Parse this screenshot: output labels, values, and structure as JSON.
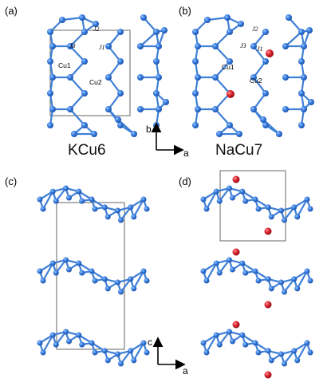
{
  "panels": {
    "a": {
      "label": "(a)",
      "title": "KCu6",
      "cu1": "Cu1",
      "cu2": "Cu2",
      "j1": "J1",
      "j2": "J2",
      "j3": "J3"
    },
    "b": {
      "label": "(b)",
      "title": "NaCu7",
      "cu1": "Cu1",
      "cu2": "Cu2",
      "j1": "J1",
      "j2": "J2",
      "j3": "J3"
    },
    "c": {
      "label": "(c)"
    },
    "d": {
      "label": "(d)"
    }
  },
  "axes_top": {
    "vertical": "b",
    "horizontal": "a"
  },
  "axes_bottom": {
    "vertical": "c",
    "horizontal": "a"
  },
  "colors": {
    "cu_atom": "#2f6fd0",
    "bond": "#3f7fd6",
    "na_atom": "#d0202a",
    "cell_line": "#666666"
  },
  "legend_hidden": true
}
